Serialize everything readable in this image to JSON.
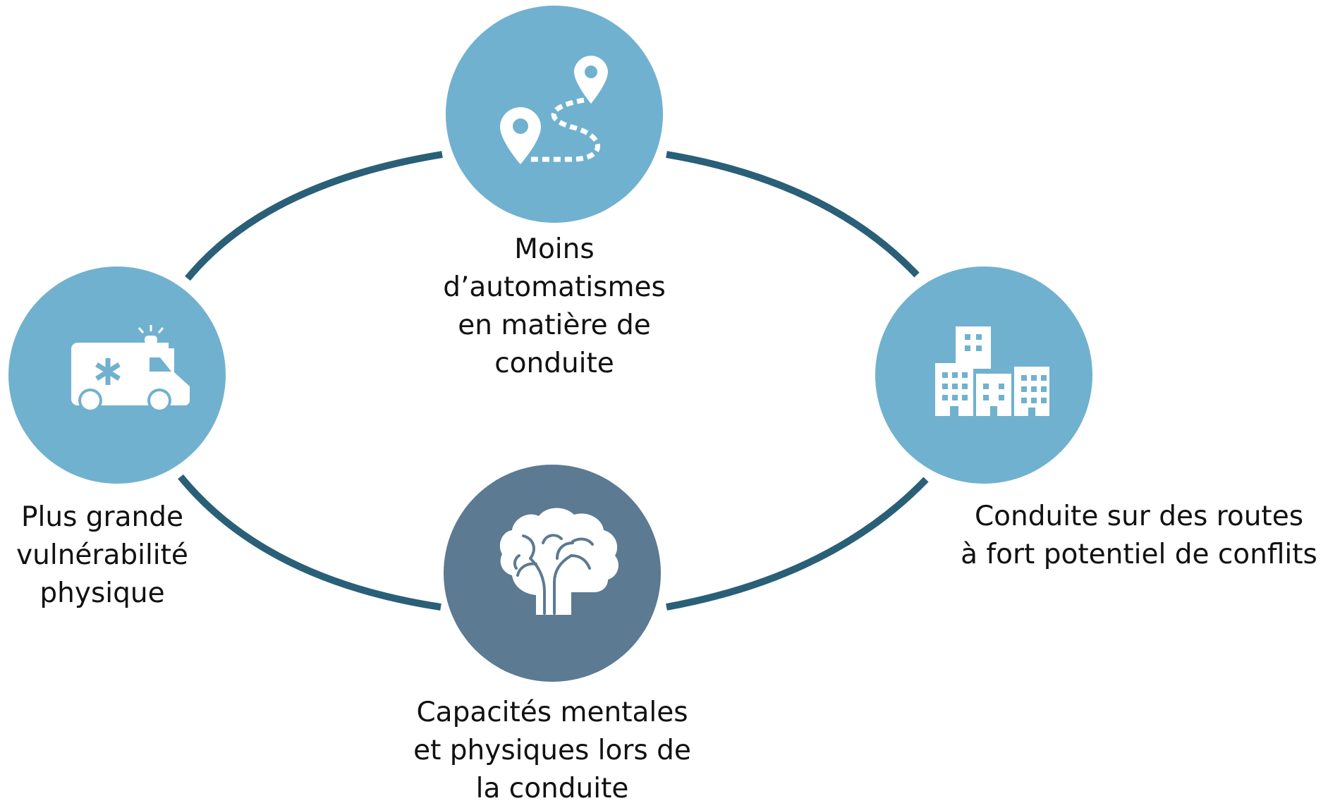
{
  "colors": {
    "connector": "#2a5f78",
    "node_light": "#70b1cf",
    "node_dark": "#5c7a91",
    "icon": "#ffffff",
    "text": "#111111"
  },
  "nodes": {
    "top": {
      "icon": "route-map-pins-icon",
      "label_lines": [
        "Moins",
        "d’automatismes",
        "en matière de",
        "conduite"
      ]
    },
    "left": {
      "icon": "ambulance-icon",
      "label_lines": [
        "Plus grande",
        "vulnérabilité",
        "physique"
      ]
    },
    "right": {
      "icon": "city-buildings-icon",
      "label_lines": [
        "Conduite sur des routes",
        "à fort potentiel de conflits"
      ]
    },
    "bottom": {
      "icon": "brain-icon",
      "label_lines": [
        "Capacités mentales",
        "et physiques lors de",
        "la conduite"
      ]
    }
  }
}
